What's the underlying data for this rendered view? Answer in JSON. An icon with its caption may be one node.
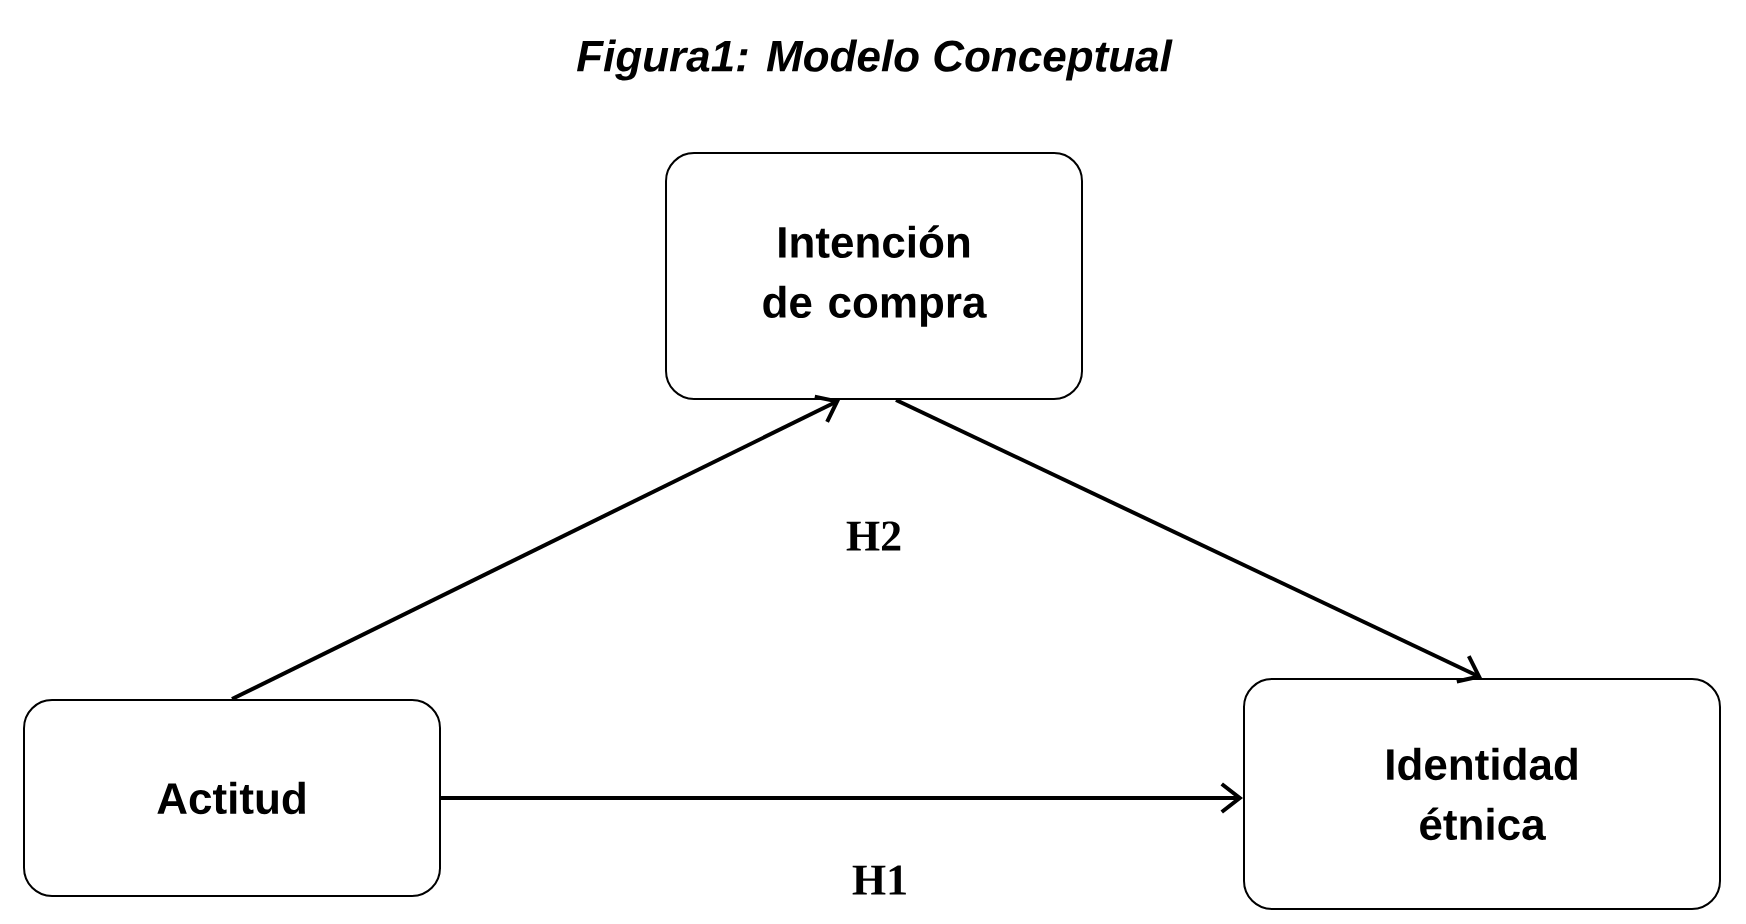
{
  "diagram": {
    "title": "Figura1: Modelo Conceptual",
    "nodes": [
      {
        "text": [
          "Intención de compra"
        ]
      },
      {
        "text": [
          "Actitud"
        ]
      },
      {
        "text": [
          "Identidad étnica"
        ]
      }
    ],
    "edges": [
      {
        "from": 1,
        "to": 0,
        "arrow": "to",
        "label": "H2"
      },
      {
        "from": 0,
        "to": 2,
        "arrow": "to"
      },
      {
        "from": 1,
        "to": 2,
        "arrow": "to",
        "label": "H1"
      }
    ]
  }
}
